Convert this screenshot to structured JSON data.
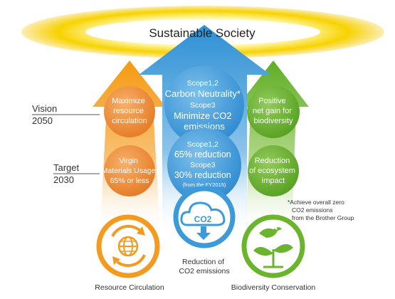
{
  "title": "Sustainable Society",
  "vision": {
    "label": "Vision",
    "year": "2050"
  },
  "target": {
    "label": "Target",
    "year": "2030"
  },
  "left": {
    "vision_lines": [
      "Maximize",
      "resource",
      "circulation"
    ],
    "target_lines": [
      "Virgin",
      "Materials Usage",
      "65% or less"
    ],
    "bottom_label": "Resource Circulation",
    "icon": "globe-recycle-icon"
  },
  "center": {
    "vision_lines": [
      "Scope1,2",
      "Carbon Neutrality*",
      "Scope3",
      "Minimize CO2",
      "emissions"
    ],
    "target_lines": [
      "Scope1,2",
      "65% reduction",
      "Scope3",
      "30% reduction",
      "(from the FY2015)"
    ],
    "bottom_label_lines": [
      "Reduction of",
      "CO2 emissions"
    ],
    "icon_text": "CO2",
    "icon": "cloud-co2-icon"
  },
  "right": {
    "vision_lines": [
      "Positive",
      "net gain for",
      "biodiversity"
    ],
    "target_lines": [
      "Reduction",
      "of ecosystem",
      "impact"
    ],
    "bottom_label": "Biodiversity Conservation",
    "icon": "bird-sprout-icon"
  },
  "footnote_lines": [
    "*Achieve overall zero",
    "CO2 emissions",
    "from the Brother Group"
  ],
  "colors": {
    "orange": "#F39A1F",
    "blue": "#3C9AD8",
    "green": "#6BB42D",
    "yellow": "#F5C800",
    "bubble": "#EE8A3A",
    "bubble_center": "#4A9FD6",
    "bubble_green": "#64AC2E"
  }
}
